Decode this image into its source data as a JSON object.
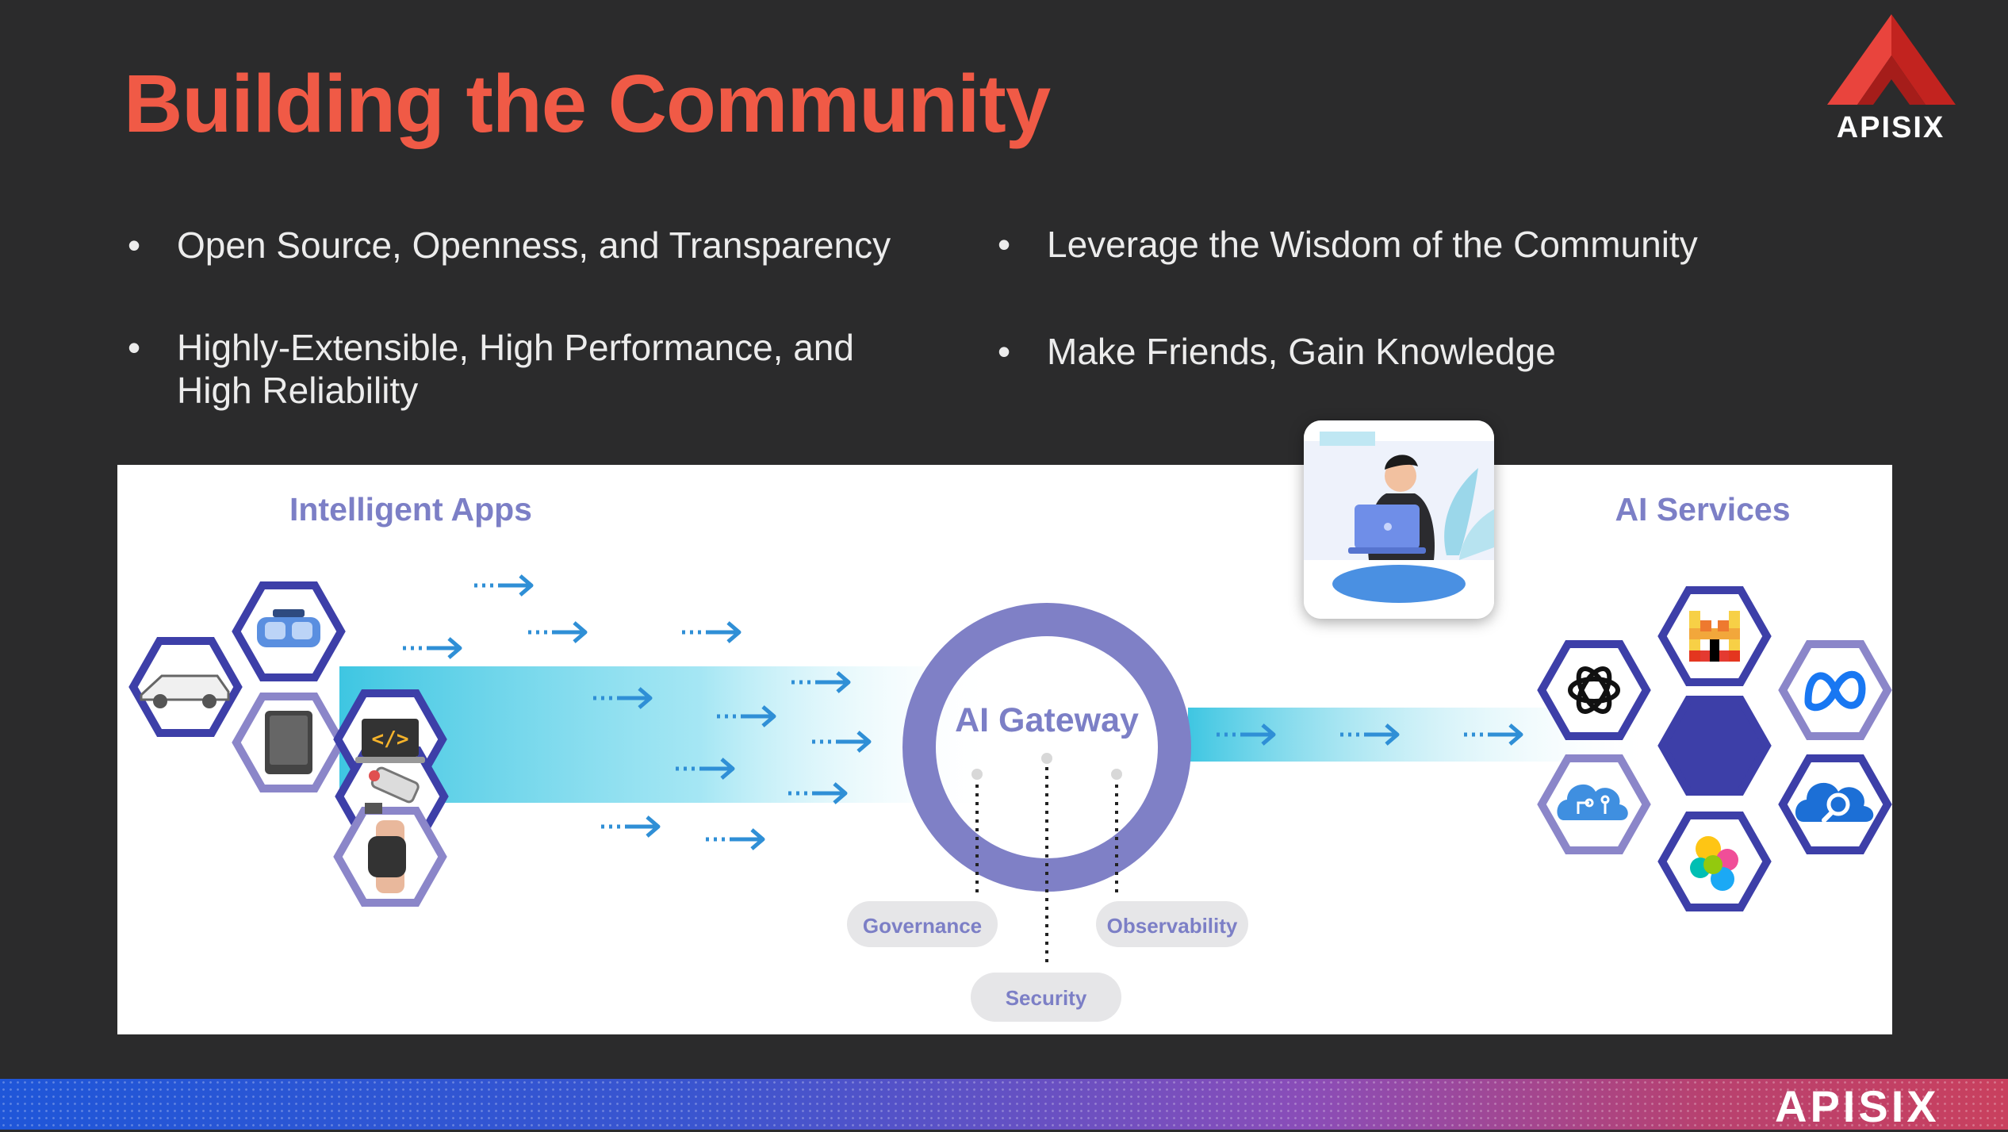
{
  "title": "Building the Community",
  "logo": {
    "word": "APISIX",
    "colors": {
      "dark": "#c2231f",
      "light": "#e9443d"
    }
  },
  "bullets": {
    "left": [
      "Open Source, Openness, and Transparency",
      "Highly-Extensible, High Performance, and",
      "High Reliability"
    ],
    "right": [
      "Leverage the Wisdom of the Community",
      "Make Friends, Gain Knowledge"
    ],
    "dot": "•"
  },
  "diagram": {
    "left_label": "Intelligent Apps",
    "center_label": "AI Gateway",
    "right_label": "AI Services",
    "capabilities": [
      "Governance",
      "Security",
      "Observability"
    ],
    "app_icons": [
      "car-icon",
      "vr-headset-icon",
      "tablet-icon",
      "code-laptop-icon",
      "camera-icon",
      "smartwatch-icon"
    ],
    "service_icons": [
      "mistral-icon",
      "openai-icon",
      "meta-icon",
      "azure-ai-icon",
      "cloud-search-icon",
      "elastic-icon"
    ],
    "colors": {
      "hex_stroke": "#3d3fa8",
      "hex_light": "#8b86c9",
      "ring": "#7f80c6",
      "label": "#7c7fc6",
      "arrow": "#2f8fd6",
      "flow": "#3ec6e2"
    }
  },
  "footer": {
    "word": "APISIX"
  }
}
